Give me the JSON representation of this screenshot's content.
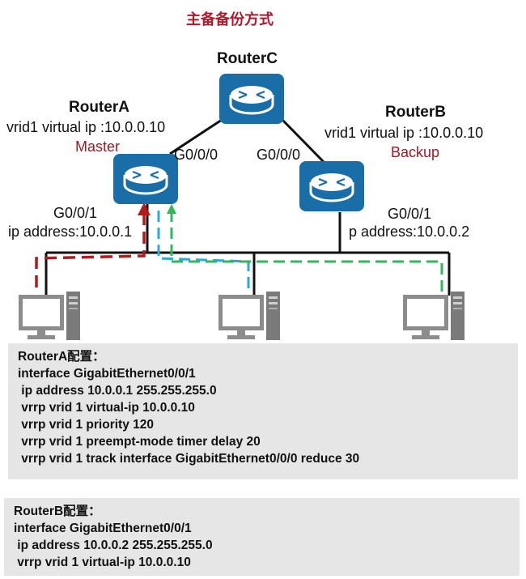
{
  "title": "主备备份方式",
  "routers": {
    "c": {
      "name": "RouterC"
    },
    "a": {
      "name": "RouterA",
      "vrid": "vrid1 virtual ip :10.0.0.10",
      "role": "Master",
      "uplink": "G0/0/0",
      "downlink": "G0/0/1",
      "ip": "ip address:10.0.0.1"
    },
    "b": {
      "name": "RouterB",
      "vrid": "vrid1 virtual ip :10.0.0.10",
      "role": "Backup",
      "uplink": "G0/0/0",
      "downlink": "G0/0/1",
      "ip": "p address:10.0.0.2"
    }
  },
  "colors": {
    "title": "#b0182b",
    "role": "#9e1a24",
    "router": "#1a6ea8",
    "pathA": "#b01c1c",
    "pathMid": "#29a9e0",
    "pathB": "#2fb85a",
    "config_bg": "#e6e6e6"
  },
  "config_a": {
    "lines": [
      "RouterA配置：",
      "interface GigabitEthernet0/0/1",
      " ip address 10.0.0.1 255.255.255.0",
      " vrrp vrid 1 virtual-ip 10.0.0.10",
      " vrrp vrid 1 priority 120",
      " vrrp vrid 1 preempt-mode timer delay 20",
      " vrrp vrid 1 track interface GigabitEthernet0/0/0 reduce 30"
    ]
  },
  "config_b": {
    "lines": [
      "RouterB配置：",
      "interface GigabitEthernet0/0/1",
      " ip address 10.0.0.2 255.255.255.0",
      " vrrp vrid 1 virtual-ip 10.0.0.10"
    ]
  }
}
